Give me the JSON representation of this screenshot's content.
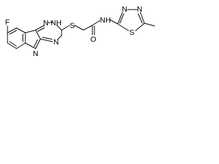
{
  "structure": {
    "atoms": {
      "fluorine": "F",
      "ring_n1": "N",
      "ring_nh": "N",
      "ring_nh_h": "H",
      "ring_n_right": "N",
      "indole_n": "N",
      "sulfur_link": "S",
      "carbonyl_o": "O",
      "amide_n": "N",
      "amide_h": "H",
      "thiadiazole_n1": "N",
      "thiadiazole_n2": "N",
      "thiadiazole_s": "S"
    }
  }
}
